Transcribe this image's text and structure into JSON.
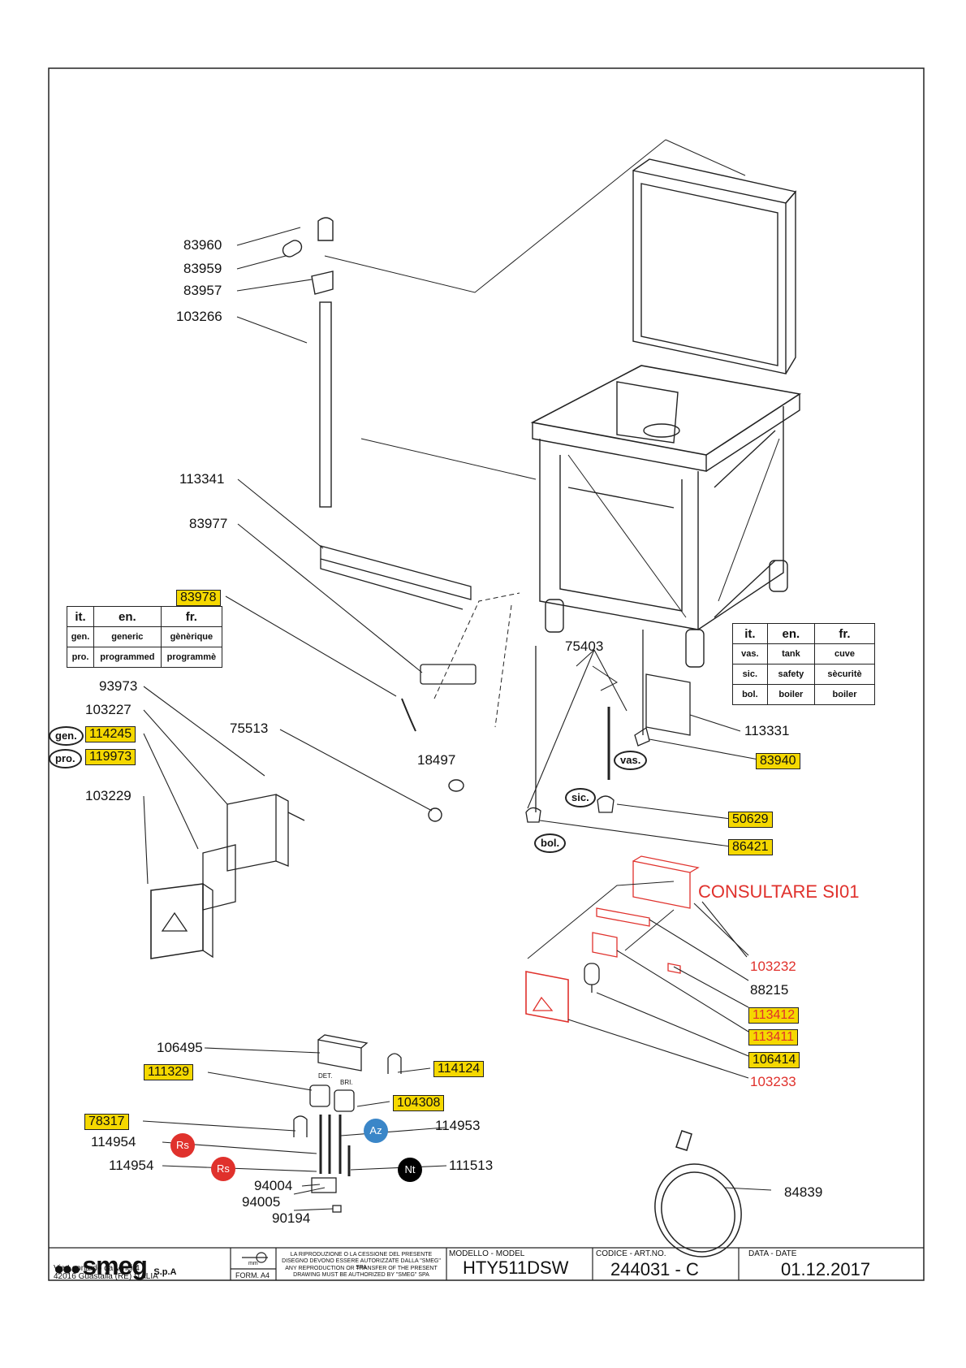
{
  "parts": {
    "p83960": "83960",
    "p83959": "83959",
    "p83957": "83957",
    "p103266": "103266",
    "p113341": "113341",
    "p83977": "83977",
    "p83978": "83978",
    "p93973": "93973",
    "p103227": "103227",
    "p114245": "114245",
    "p119973": "119973",
    "p103229": "103229",
    "p75513": "75513",
    "p18497": "18497",
    "p75403": "75403",
    "p113331": "113331",
    "p83940": "83940",
    "p50629": "50629",
    "p86421": "86421",
    "p103232": "103232",
    "p88215": "88215",
    "p113412": "113412",
    "p113411": "113411",
    "p106414": "106414",
    "p103233": "103233",
    "p106495": "106495",
    "p111329": "111329",
    "p114124": "114124",
    "p104308": "104308",
    "p78317": "78317",
    "p114953": "114953",
    "p114954a": "114954",
    "p114954b": "114954",
    "p111513": "111513",
    "p94004": "94004",
    "p94005": "94005",
    "p90194": "90194",
    "p84839": "84839"
  },
  "consult_note": "CONSULTARE SI01",
  "badges": {
    "rs": "Rs",
    "az": "Az",
    "nt": "Nt"
  },
  "small_labels": {
    "det": "DET.",
    "bri": "BRI."
  },
  "legend_left": {
    "headers": [
      "it.",
      "en.",
      "fr."
    ],
    "rows": [
      [
        "gen.",
        "generic",
        "gènèrique"
      ],
      [
        "pro.",
        "programmed",
        "programmè"
      ]
    ]
  },
  "legend_right": {
    "headers": [
      "it.",
      "en.",
      "fr."
    ],
    "rows": [
      [
        "vas.",
        "tank",
        "cuve"
      ],
      [
        "sic.",
        "safety",
        "sècuritè"
      ],
      [
        "bol.",
        "boiler",
        "boiler"
      ]
    ]
  },
  "tags": {
    "gen": "gen.",
    "pro": "pro.",
    "vas": "vas.",
    "sic": "sic.",
    "bol": "bol."
  },
  "title_block": {
    "brand": "smeg",
    "brand_suffix": "S.p.A",
    "address_1": "Via Leonardo da Vinci,4",
    "address_2": "42016  Guastalla (RE) ITALIA",
    "unit": "mm",
    "form": "FORM. A4",
    "disclaimer_it": "LA RIPRODUZIONE O LA CESSIONE DEL PRESENTE DISEGNO DEVONO ESSERE AUTORIZZATE DALLA \"SMEG\" SPA",
    "disclaimer_en": "ANY REPRODUCTION OR TRANSFER OF THE PRESENT DRAWING MUST BE AUTHORIZED BY \"SMEG\" SPA",
    "model_caption": "MODELLO - MODEL",
    "model": "HTY511DSW",
    "code_caption": "CODICE - ART.NO.",
    "code": "244031 - C",
    "date_caption": "DATA - DATE",
    "date": "01.12.2017"
  },
  "colors": {
    "highlight": "#f5d800",
    "red": "#e0312c",
    "leader": "#e0a020",
    "az": "#3a86c8",
    "rs": "#e0312c",
    "nt": "#000000"
  }
}
